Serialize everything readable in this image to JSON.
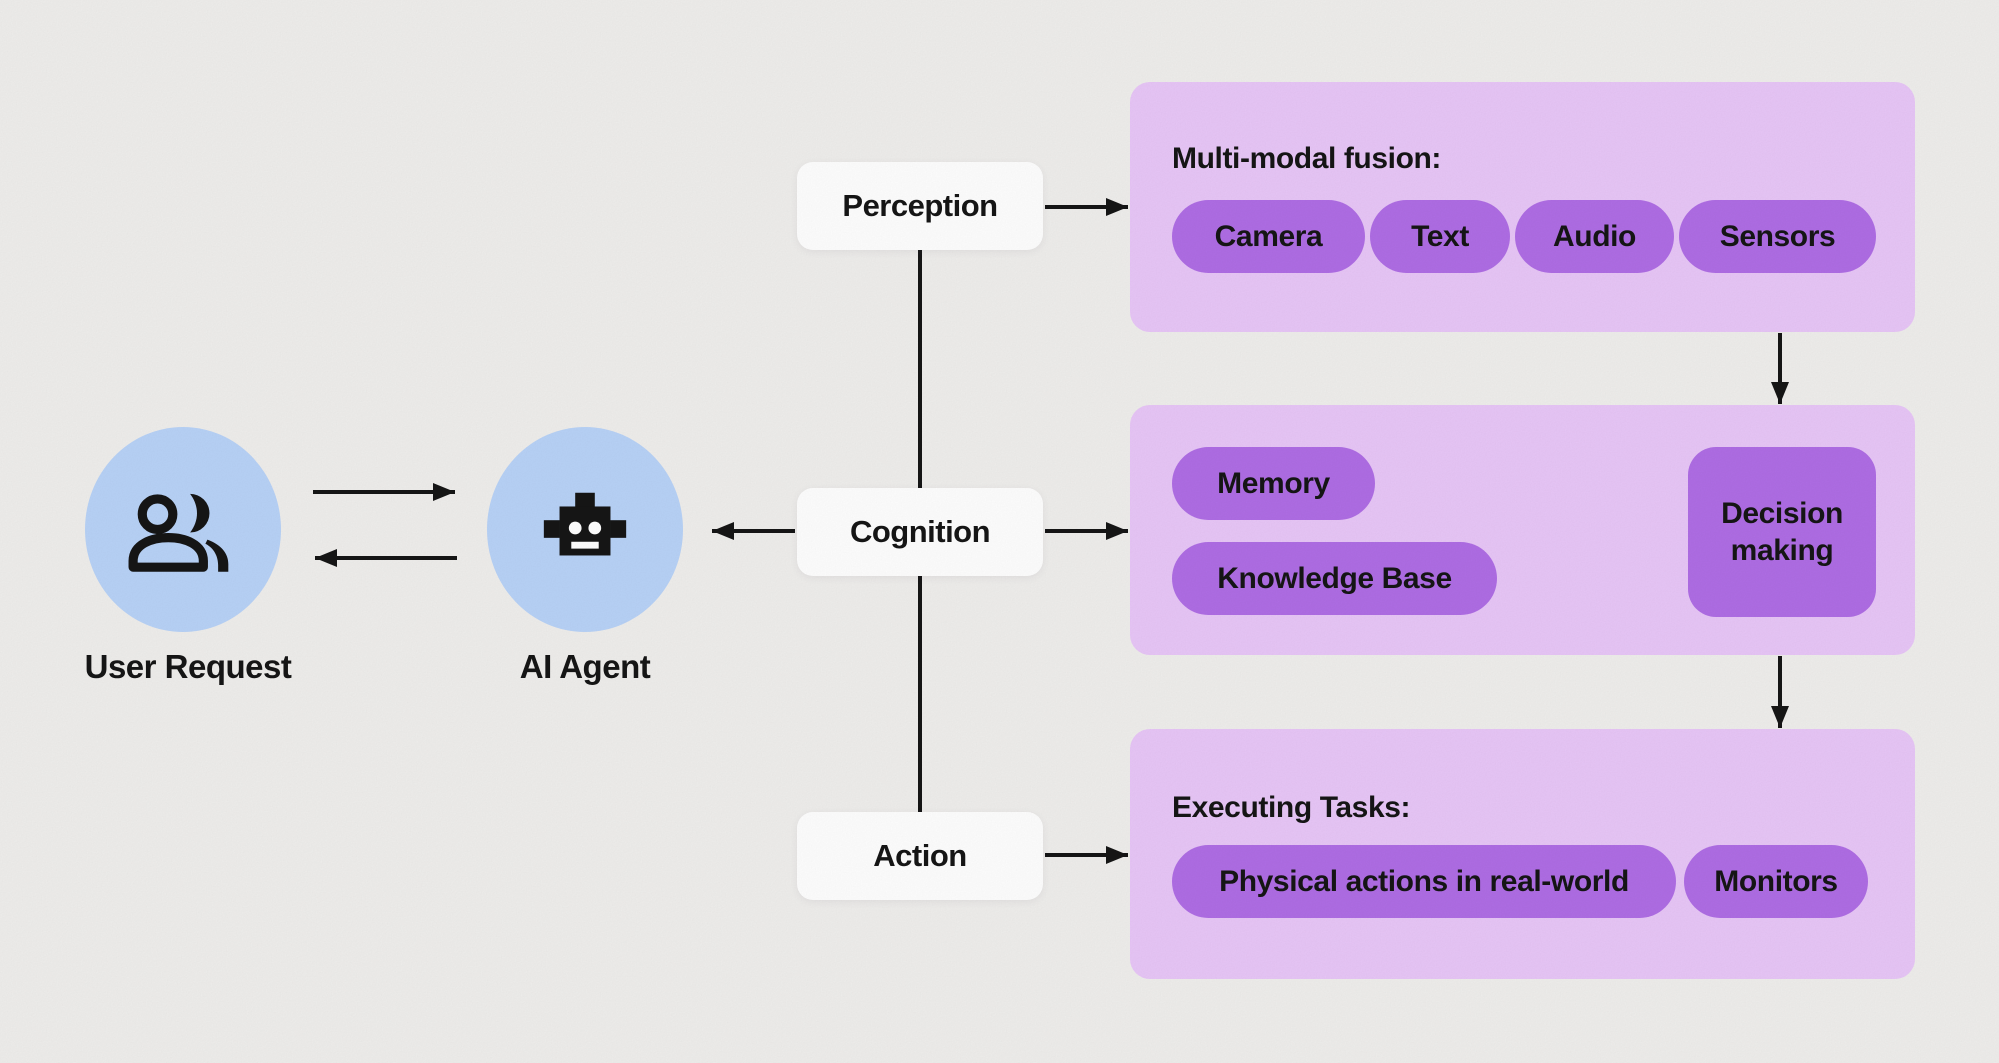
{
  "diagram": {
    "user_node": {
      "label": "User Request",
      "icon": "users-icon"
    },
    "agent_node": {
      "label": "AI Agent",
      "icon": "robot-icon"
    },
    "stages": {
      "perception": {
        "label": "Perception"
      },
      "cognition": {
        "label": "Cognition"
      },
      "action": {
        "label": "Action"
      }
    },
    "panels": {
      "perception": {
        "heading": "Multi-modal fusion:",
        "pills": [
          "Camera",
          "Text",
          "Audio",
          "Sensors"
        ]
      },
      "cognition": {
        "pills": [
          "Memory",
          "Knowledge Base"
        ],
        "decision_label": "Decision making"
      },
      "action": {
        "heading": "Executing Tasks:",
        "pills": [
          "Physical actions in real-world",
          "Monitors"
        ]
      }
    },
    "connections": [
      {
        "from": "user_node",
        "to": "agent_node"
      },
      {
        "from": "agent_node",
        "to": "user_node"
      },
      {
        "from": "cognition",
        "to": "agent_node"
      },
      {
        "from": "perception",
        "to": "cognition"
      },
      {
        "from": "cognition",
        "to": "action"
      },
      {
        "from": "perception",
        "to": "perception_panel"
      },
      {
        "from": "cognition",
        "to": "cognition_panel"
      },
      {
        "from": "action",
        "to": "action_panel"
      },
      {
        "from": "perception_panel",
        "to": "cognition_panel"
      },
      {
        "from": "cognition_panel",
        "to": "action_panel"
      },
      {
        "from": "Memory",
        "to": "Decision making"
      },
      {
        "from": "Knowledge Base",
        "to": "Decision making"
      }
    ],
    "colors": {
      "background": "#f0efed",
      "panel": "#e9c7f8",
      "pill": "#b06ee6",
      "node_blue": "#b9d3f8",
      "box_white": "#ffffff",
      "ink": "#161616"
    }
  }
}
